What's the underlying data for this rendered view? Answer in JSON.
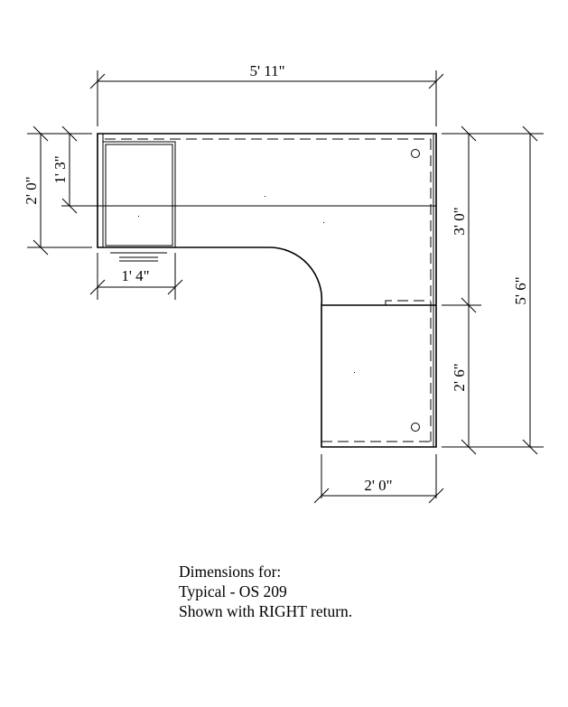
{
  "dimensions": {
    "overall_width": "5' 11\"",
    "overall_depth": "5' 6\"",
    "main_depth": "2' 0\"",
    "pedestal_depth": "1' 3\"",
    "pedestal_width": "1' 4\"",
    "upper_right_segment": "3' 0\"",
    "lower_right_segment": "2' 6\"",
    "return_width": "2' 0\""
  },
  "caption": {
    "line1": "Dimensions for:",
    "line2": "Typical - OS 209",
    "line3": "Shown with RIGHT return."
  }
}
